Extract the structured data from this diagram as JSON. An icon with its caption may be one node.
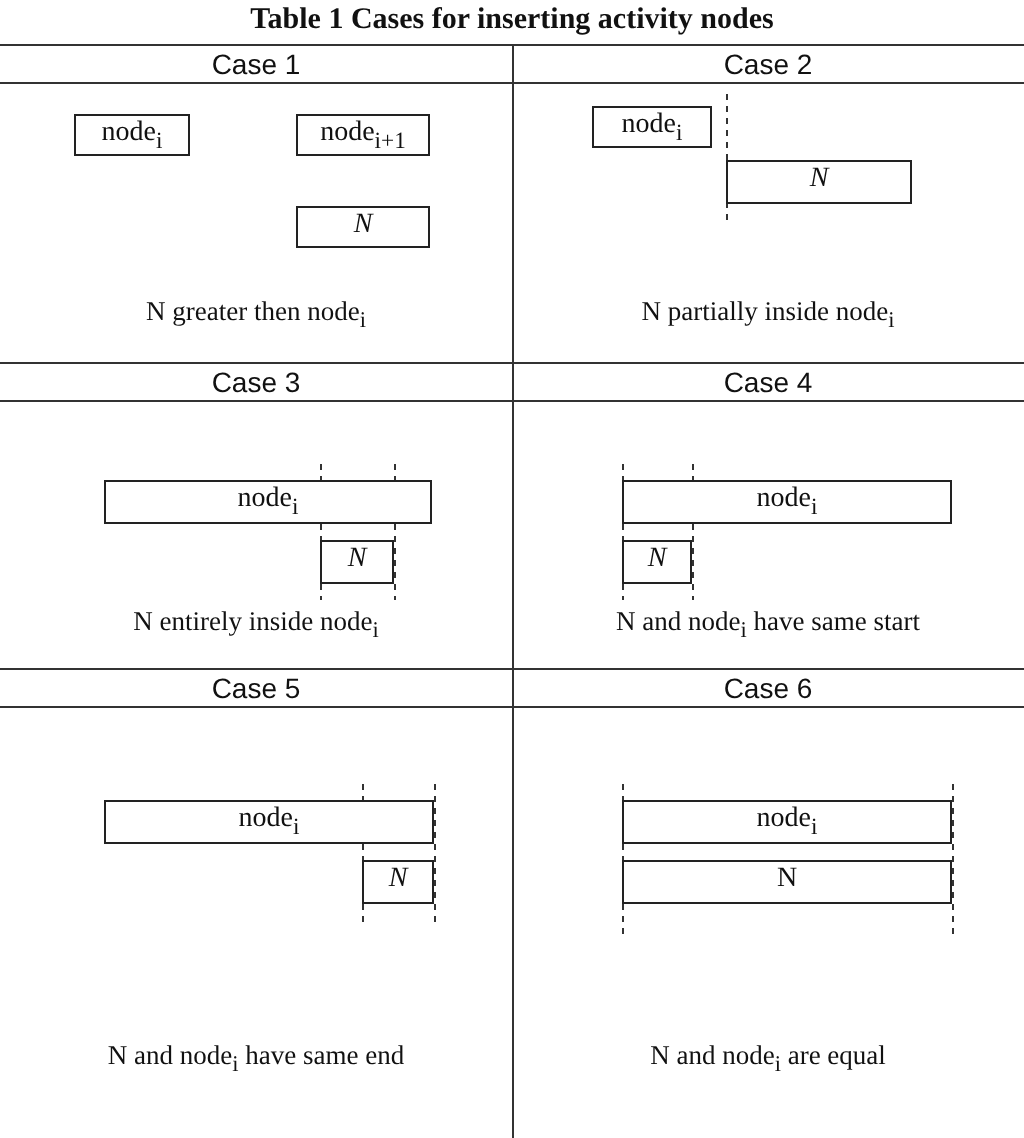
{
  "diagram": {
    "title": "Table 1 Cases for inserting activity nodes",
    "nodes": [
      {
        "text": [
          "node$_{i}$"
        ]
      },
      {
        "text": [
          "node$_{i+1}$"
        ]
      },
      {
        "text": [
          "N"
        ]
      },
      {
        "text": [
          "node$_{i}$"
        ]
      },
      {
        "text": [
          "N"
        ]
      },
      {
        "text": [
          "node$_{i}$"
        ]
      },
      {
        "text": [
          "N"
        ]
      },
      {
        "text": [
          "node$_{i}$"
        ]
      },
      {
        "text": [
          "N"
        ]
      },
      {
        "text": [
          "node$_{i}$"
        ]
      },
      {
        "text": [
          "N"
        ]
      },
      {
        "text": [
          "node$_{i}$"
        ]
      },
      {
        "text": [
          "N"
        ]
      }
    ],
    "labels": [
      "Case 1",
      "Case 2",
      "N greater then node$_{i}$",
      "N partially inside node$_{i}$",
      "Case 3",
      "Case 4",
      "N entirely inside node$_{i}$",
      "N and node$_{i}$ have same start",
      "Case 5",
      "Case 6",
      "N and node$_{i}$ have same end",
      "N and node$_{i}$ are equal"
    ]
  }
}
